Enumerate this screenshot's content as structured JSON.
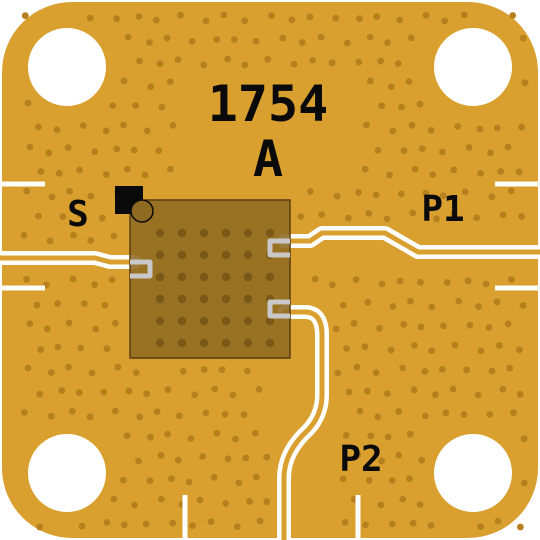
{
  "board": {
    "part_number": "1754",
    "revision": "A",
    "ports": {
      "s": "S",
      "p1": "P1",
      "p2": "P2"
    },
    "colors": {
      "substrate": "#D9A02F",
      "trace": "#ffffff",
      "via": "#B7801E",
      "chip_body": "#8F6A22",
      "chip_outline": "#5a3f12",
      "pad": "#C8C8C8",
      "pin1_marker": "#0a0a0a"
    }
  }
}
